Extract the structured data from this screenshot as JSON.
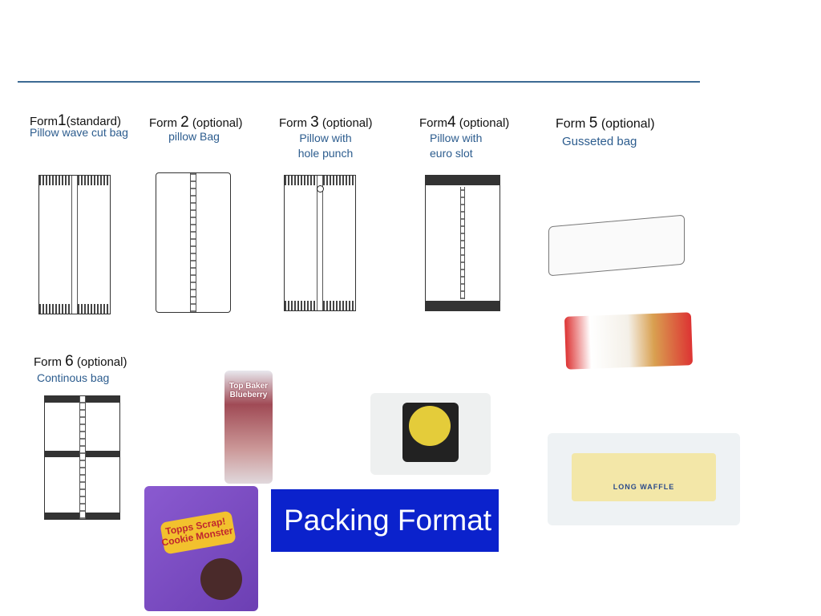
{
  "forms": [
    {
      "title_prefix": "Form",
      "number": "1",
      "title_suffix": "(standard)",
      "subtitle": "Pillow wave cut bag"
    },
    {
      "title_prefix": "Form",
      "number": "2",
      "title_suffix": "(optional)",
      "subtitle": "pillow Bag"
    },
    {
      "title_prefix": "Form",
      "number": "3",
      "title_suffix": "(optional)",
      "subtitle": "Pillow with hole punch"
    },
    {
      "title_prefix": "Form",
      "number": "4",
      "title_suffix": "(optional)",
      "subtitle": "Pillow with euro slot"
    },
    {
      "title_prefix": "Form",
      "number": "5",
      "title_suffix": "(optional)",
      "subtitle": "Gusseted bag"
    },
    {
      "title_prefix": "Form",
      "number": "6",
      "title_suffix": "(optional)",
      "subtitle": "Continous bag"
    }
  ],
  "banner": {
    "text": "Packing Format",
    "background": "#0b22cc"
  },
  "accent": "#2c5c8e",
  "product_logos": [
    "Top Baker Blueberry",
    "Topps Scrap! Cookie Monster",
    "Long Waffle"
  ]
}
